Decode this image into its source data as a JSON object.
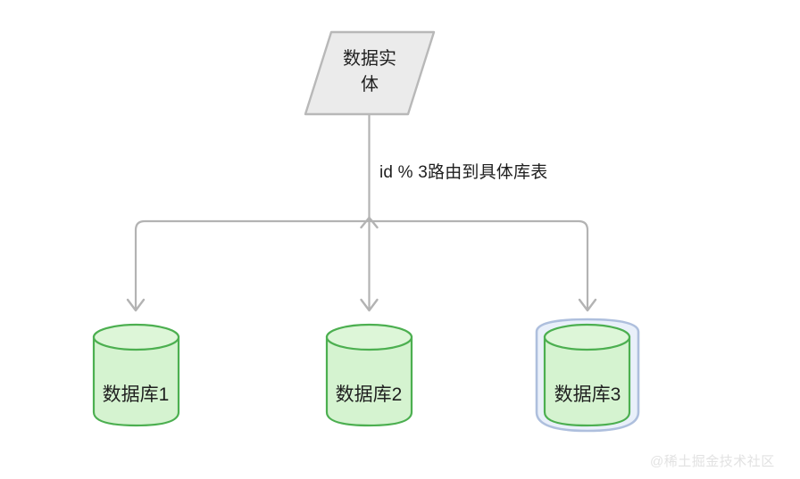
{
  "diagram": {
    "type": "flowchart",
    "background_color": "#ffffff",
    "entity_node": {
      "name": "data-entity",
      "shape": "parallelogram",
      "label": "数据实\n体",
      "fill": "#ebebeb",
      "stroke": "#b8b8b8"
    },
    "edge": {
      "label": "id % 3路由到具体库表",
      "stroke": "#b3b3b3",
      "arrow_style": "open-chevron",
      "branch_count": 3
    },
    "databases": [
      {
        "name": "database-1",
        "label": "数据库1",
        "shape": "cylinder",
        "fill": "#d5f3d0",
        "stroke": "#4caf50",
        "selected": false
      },
      {
        "name": "database-2",
        "label": "数据库2",
        "shape": "cylinder",
        "fill": "#d5f3d0",
        "stroke": "#4caf50",
        "selected": false
      },
      {
        "name": "database-3",
        "label": "数据库3",
        "shape": "cylinder",
        "fill": "#d5f3d0",
        "stroke": "#4caf50",
        "selected": true,
        "selection_stroke": "#aebfdd"
      }
    ],
    "watermark": "@稀土掘金技术社区"
  }
}
